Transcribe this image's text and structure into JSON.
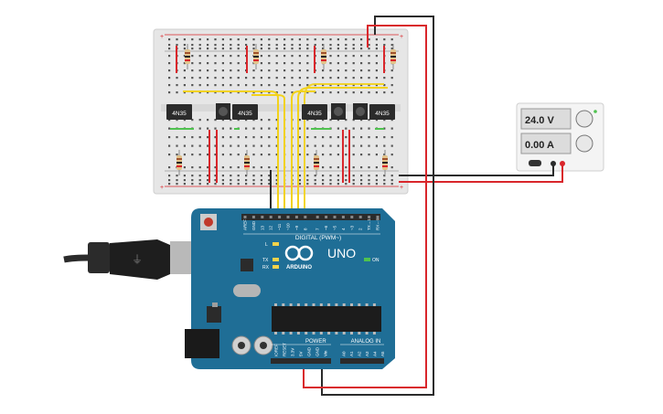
{
  "optocouplers": {
    "u1": "4N35",
    "u2": "4N35",
    "u3": "4N35",
    "u4": "4N35"
  },
  "power_supply": {
    "voltage": "24.0 V",
    "current": "0.00 A"
  },
  "arduino": {
    "model_label": "UNO",
    "brand": "ARDUINO",
    "digital_header_label": "DIGITAL (PWM~)",
    "power_header_label": "POWER",
    "analog_header_label": "ANALOG IN",
    "led_l": "L",
    "led_tx": "TX",
    "led_rx": "RX",
    "on_label": "ON",
    "pins_digital": [
      "AREF",
      "GND",
      "13",
      "12",
      "~11",
      "~10",
      "~9",
      "8",
      "7",
      "~6",
      "~5",
      "4",
      "~3",
      "2",
      "TX→1",
      "RX←0"
    ],
    "pins_power": [
      "IOREF",
      "RESET",
      "3.3V",
      "5V",
      "GND",
      "GND",
      "Vin"
    ],
    "pins_analog": [
      "A0",
      "A1",
      "A2",
      "A3",
      "A4",
      "A5"
    ]
  },
  "colors": {
    "board_blue": "#1f6e96",
    "wire_red": "#d9262b",
    "wire_black": "#2b2b2b",
    "wire_yellow": "#f2d21b",
    "breadboard": "#e4e4e4",
    "led_green": "#4fc24f"
  }
}
